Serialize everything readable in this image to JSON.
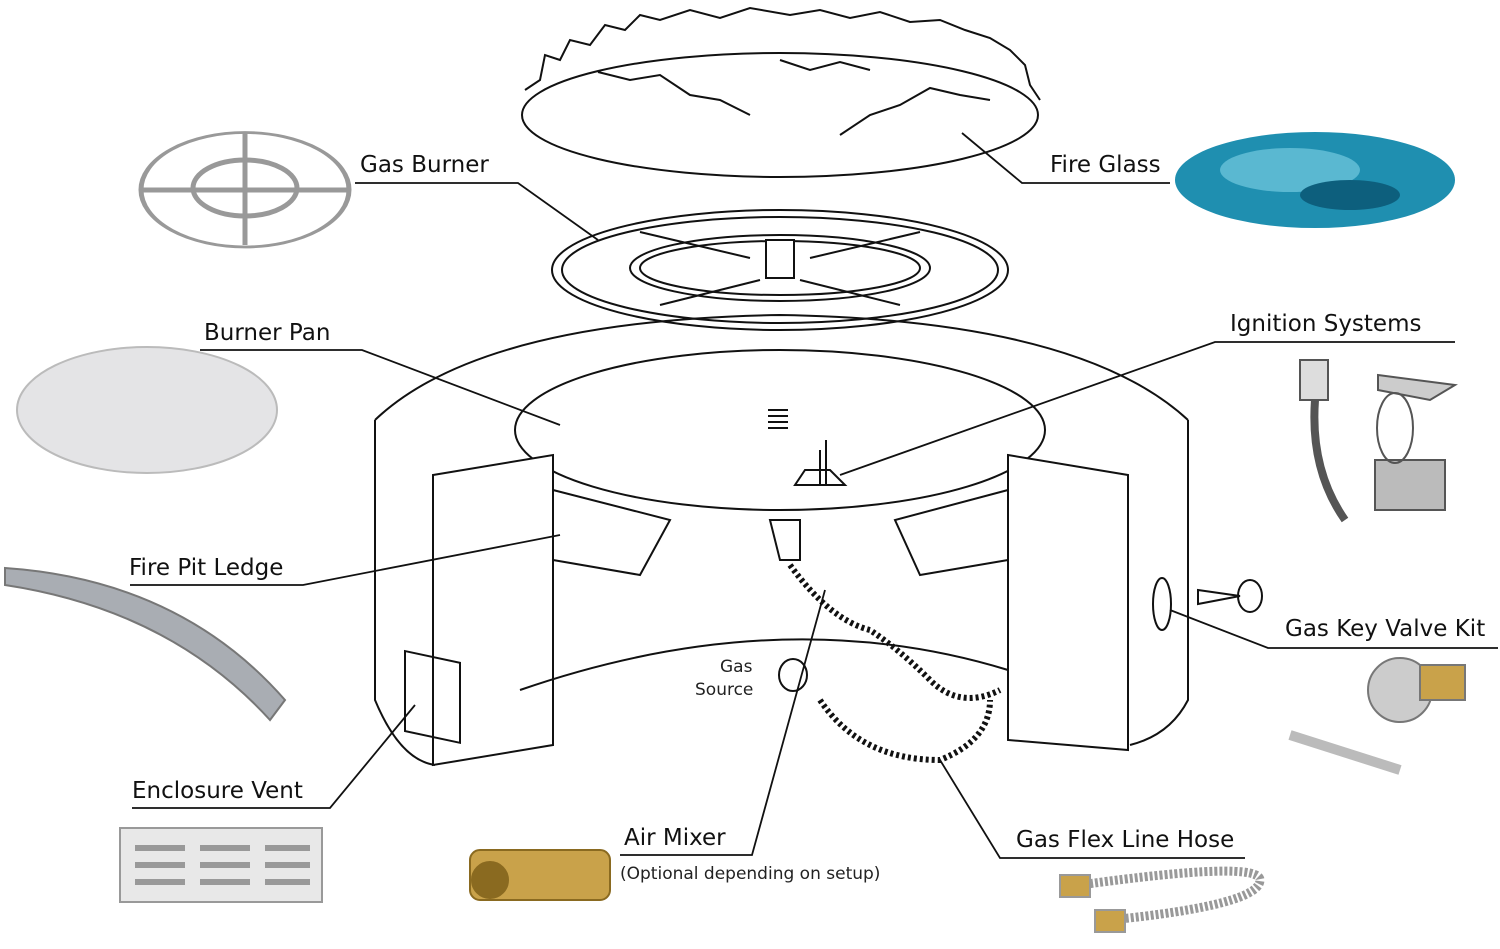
{
  "labels": {
    "gas_burner": "Gas Burner",
    "fire_glass": "Fire Glass",
    "burner_pan": "Burner Pan",
    "ignition_systems": "Ignition Systems",
    "fire_pit_ledge": "Fire Pit Ledge",
    "gas_key_valve_kit": "Gas Key Valve Kit",
    "gas_source_line1": "Gas",
    "gas_source_line2": "Source",
    "enclosure_vent": "Enclosure Vent",
    "air_mixer": "Air Mixer",
    "air_mixer_note": "(Optional depending on setup)",
    "gas_flex_line_hose": "Gas Flex Line Hose"
  },
  "colors": {
    "line": "#111111",
    "fire_glass": "#1f8fb0",
    "metal": "#c9ccd0",
    "brass": "#c9a24a"
  }
}
